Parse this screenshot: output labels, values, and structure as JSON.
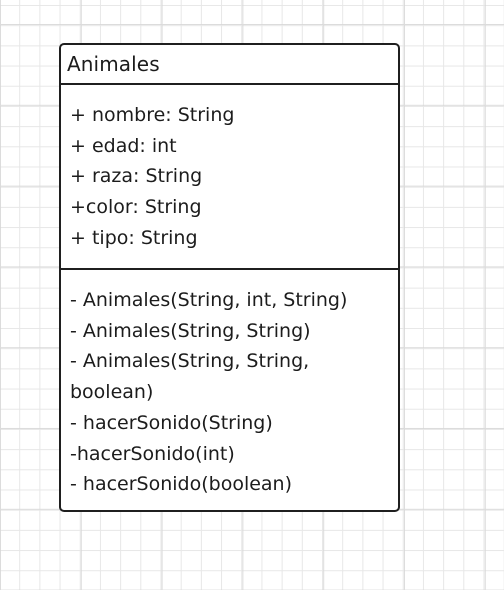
{
  "diagram": {
    "class_box": {
      "title": "Animales",
      "attributes": [
        "+ nombre: String",
        "+ edad: int",
        "+ raza: String",
        "+color: String",
        "+ tipo: String"
      ],
      "methods": [
        "- Animales(String, int, String)",
        "- Animales(String, String)",
        "- Animales(String, String, boolean)",
        "- hacerSonido(String)",
        "-hacerSonido(int)",
        "- hacerSonido(boolean)"
      ]
    }
  }
}
